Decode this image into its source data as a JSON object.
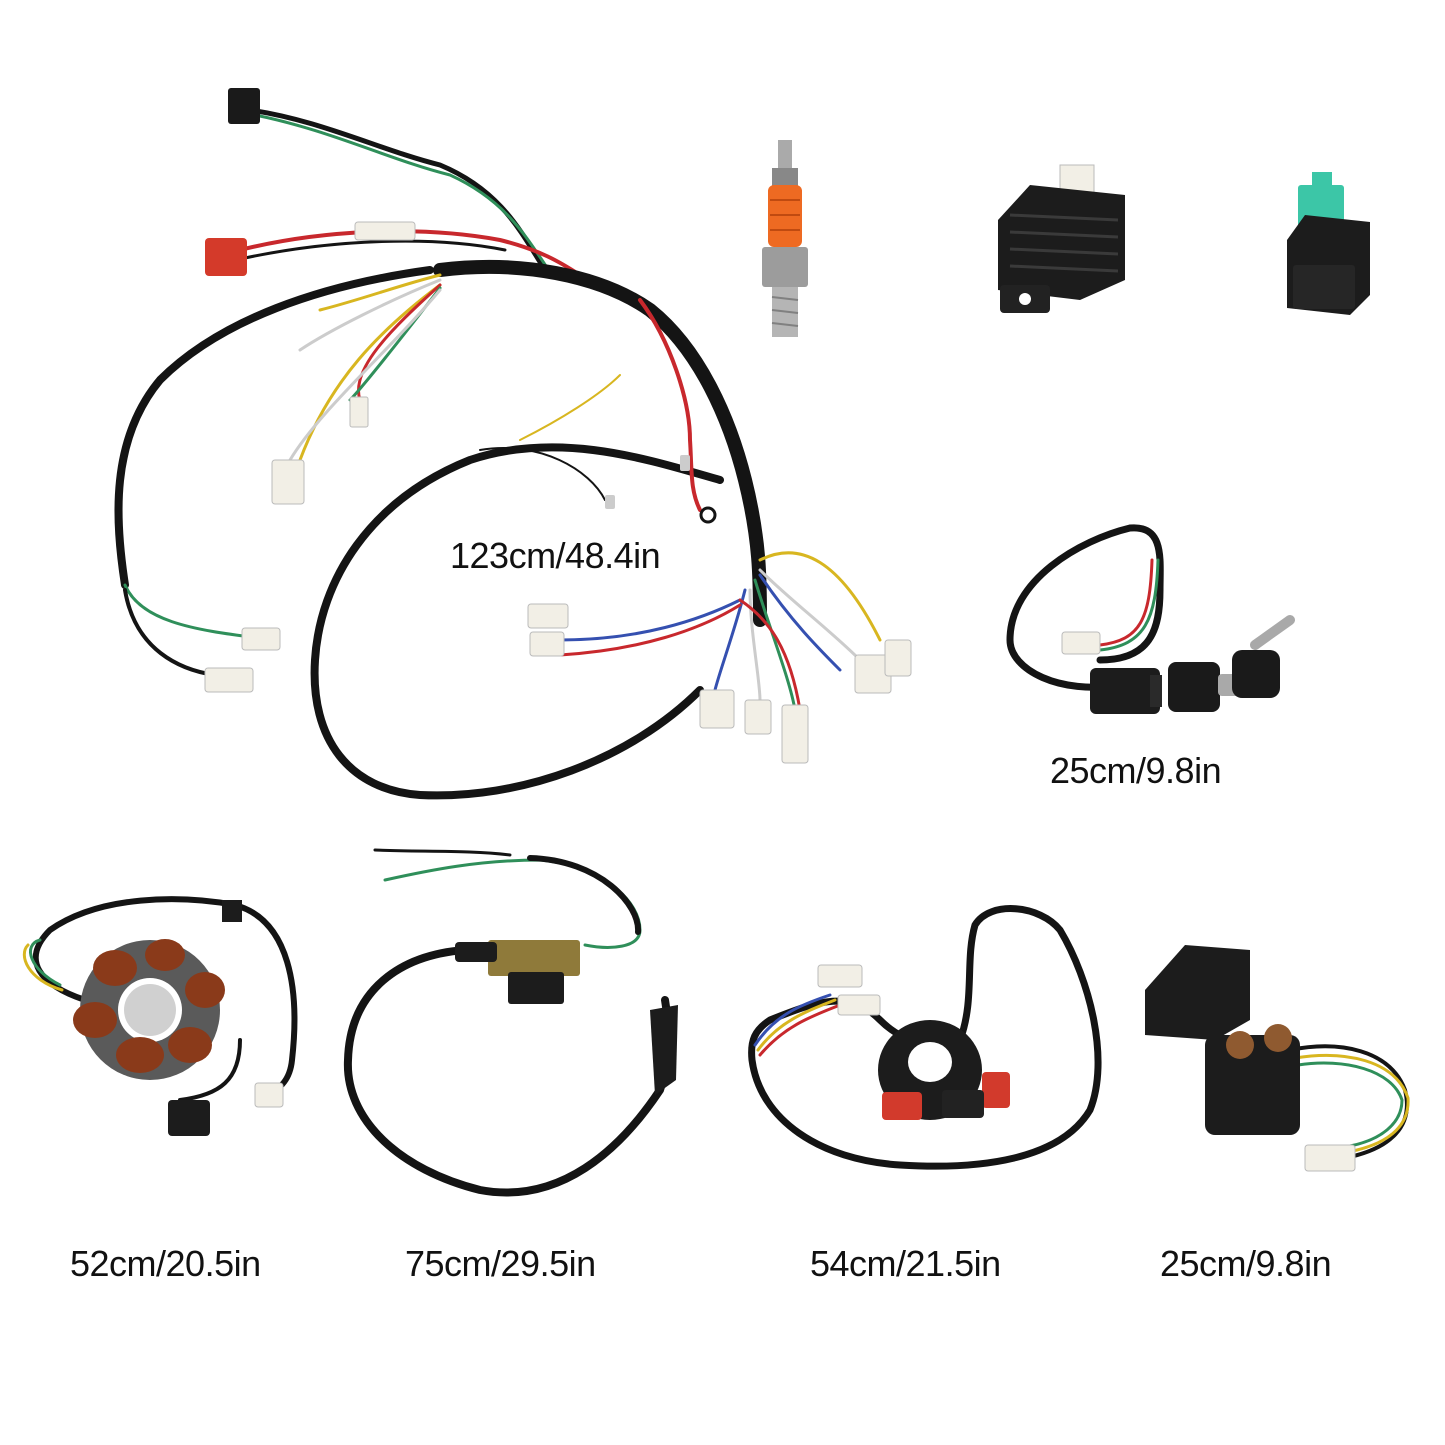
{
  "labels": {
    "harness": "123cm/48.4in",
    "ignition_switch": "25cm/9.8in",
    "stator": "52cm/20.5in",
    "ignition_coil": "75cm/29.5in",
    "handlebar_switch": "54cm/21.5in",
    "relay": "25cm/9.8in"
  },
  "colors": {
    "background": "#ffffff",
    "wire_black": "#141414",
    "wire_red": "#c8282d",
    "wire_green": "#2f8f5a",
    "wire_yellow": "#d8b620",
    "wire_blue": "#3550b0",
    "connector_white": "#f2efe6",
    "spark_plug_orange": "#ee6a22",
    "cdi_teal": "#3cc6a7",
    "switch_red": "#d23a2c",
    "coil_copper": "#8a3a1a"
  }
}
